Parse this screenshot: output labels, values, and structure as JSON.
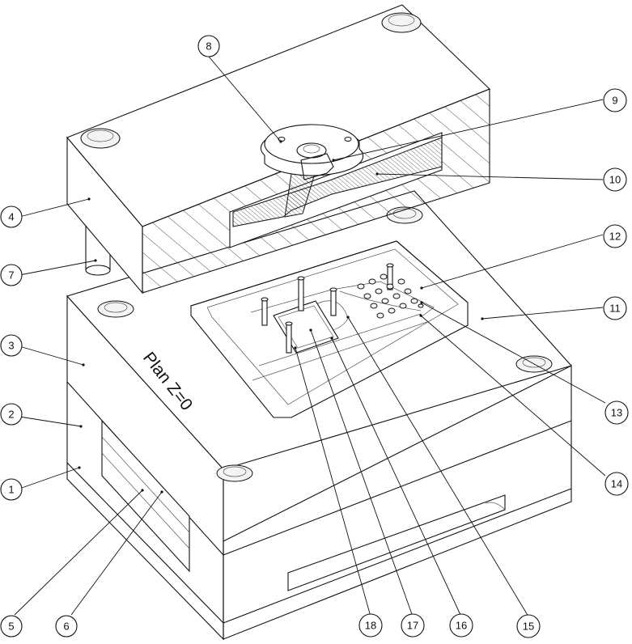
{
  "plane_label": "Plan Z=0",
  "callouts": [
    {
      "id": "1",
      "label": "1"
    },
    {
      "id": "2",
      "label": "2"
    },
    {
      "id": "3",
      "label": "3"
    },
    {
      "id": "4",
      "label": "4"
    },
    {
      "id": "5",
      "label": "5"
    },
    {
      "id": "6",
      "label": "6"
    },
    {
      "id": "7",
      "label": "7"
    },
    {
      "id": "8",
      "label": "8"
    },
    {
      "id": "9",
      "label": "9"
    },
    {
      "id": "10",
      "label": "10"
    },
    {
      "id": "11",
      "label": "11"
    },
    {
      "id": "12",
      "label": "12"
    },
    {
      "id": "13",
      "label": "13"
    },
    {
      "id": "14",
      "label": "14"
    },
    {
      "id": "15",
      "label": "15"
    },
    {
      "id": "16",
      "label": "16"
    },
    {
      "id": "17",
      "label": "17"
    },
    {
      "id": "18",
      "label": "18"
    }
  ]
}
